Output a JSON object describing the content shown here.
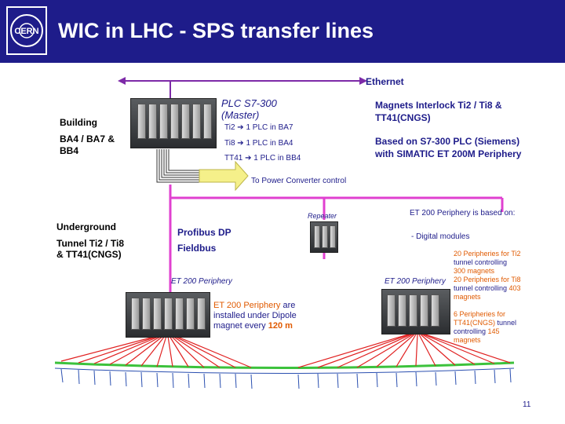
{
  "header": {
    "title": "WIC in LHC - SPS transfer lines",
    "logo_text": "CERN",
    "bg_color": "#1e1c8a"
  },
  "labels": {
    "ethernet": "Ethernet",
    "building": "Building",
    "building_sites": "BA4 / BA7 & BB4",
    "underground": "Underground",
    "tunnels": "Tunnel Ti2 / Ti8 & TT41(CNGS)",
    "plc_master": "PLC S7-300 (Master)",
    "plc_lines": [
      "Ti2 ➔ 1 PLC in BA7",
      "Ti8 ➔ 1 PLC in BA4",
      "TT41 ➔ 1 PLC in BB4"
    ],
    "magnets_interlock": "Magnets Interlock Ti2 / Ti8 & TT41(CNGS)",
    "based_on": "Based on S7-300 PLC (Siemens) with SIMATIC ET 200M Periphery",
    "power_converter": "To Power Converter control",
    "repeater": "Repeater",
    "profibus": "Profibus DP",
    "fieldbus": "Fieldbus",
    "et200_left": "ET 200 Periphery",
    "et200_right": "ET 200 Periphery",
    "et200_installed_part1": "ET 200 Periphery",
    "et200_installed_part2": " are installed under Dipole magnet every ",
    "et200_installed_part3": "120 m",
    "et200_based_on": "ET 200 Periphery is based on:",
    "digital_modules": "- Digital modules",
    "peripheries_ti2_a": "20 Peripheries for Ti2",
    "peripheries_ti2_b": "tunnel controlling",
    "peripheries_ti2_c": "300 magnets",
    "peripheries_ti8_a": "20 Peripheries for Ti8",
    "peripheries_ti8_b": "tunnel controlling ",
    "peripheries_ti8_c": "403",
    "peripheries_ti8_d": "magnets",
    "peripheries_tt41_a": "6 Peripheries for",
    "peripheries_tt41_b": "TT41(CNGS)",
    "peripheries_tt41_c": " tunnel",
    "peripheries_tt41_d": "controlling ",
    "peripheries_tt41_e": "145",
    "peripheries_tt41_f": "magnets",
    "page_number": "11"
  },
  "colors": {
    "accent": "#1e1c8a",
    "orange": "#e05a00",
    "profibus_magenta": "#e040d0",
    "power_arrow": "#f5f08a",
    "ethernet_line": "#7d2aa8"
  }
}
